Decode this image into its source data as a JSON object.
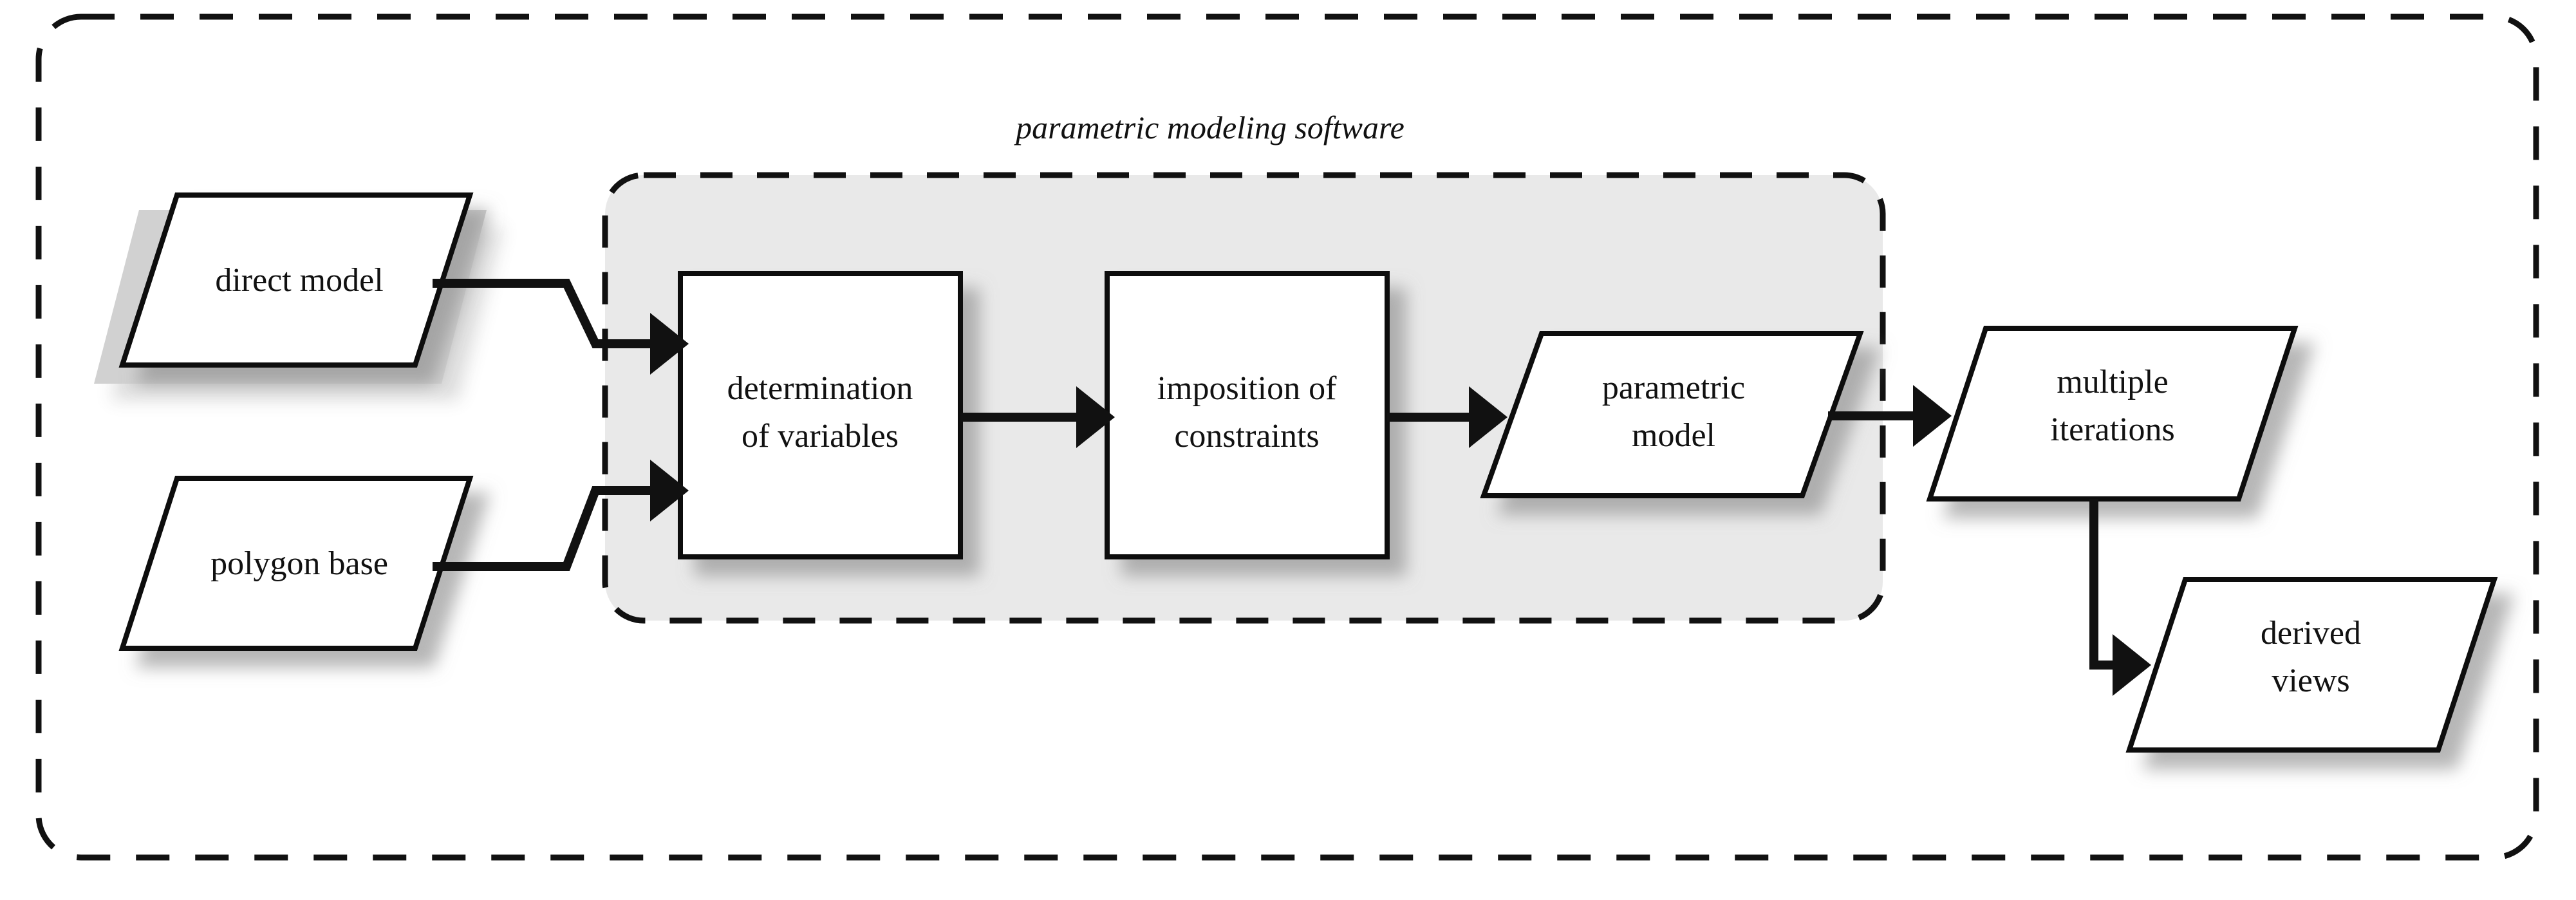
{
  "diagram": {
    "title": "parametric modeling software",
    "outer_frame": {
      "style": "dashed-rounded-rectangle",
      "fill": "none",
      "stroke": "#111111"
    },
    "inner_group": {
      "label": "parametric modeling software",
      "fill": "#e9e9e9",
      "stroke": "#111111",
      "style": "dashed-rounded-rectangle"
    },
    "nodes": [
      {
        "id": "direct-model",
        "label": "direct model",
        "shape": "parallelogram",
        "role": "input"
      },
      {
        "id": "polygon-base",
        "label": "polygon base",
        "shape": "parallelogram",
        "role": "input"
      },
      {
        "id": "determination-of-variables",
        "label_line1": "determination",
        "label_line2": "of variables",
        "shape": "rectangle",
        "role": "process"
      },
      {
        "id": "imposition-of-constraints",
        "label_line1": "imposition of",
        "label_line2": "constraints",
        "shape": "rectangle",
        "role": "process"
      },
      {
        "id": "parametric-model",
        "label_line1": "parametric",
        "label_line2": "model",
        "shape": "parallelogram",
        "role": "artifact"
      },
      {
        "id": "multiple-iterations",
        "label_line1": "multiple",
        "label_line2": "iterations",
        "shape": "parallelogram",
        "role": "artifact"
      },
      {
        "id": "derived-views",
        "label_line1": "derived",
        "label_line2": "views",
        "shape": "parallelogram",
        "role": "output"
      }
    ],
    "edges": [
      {
        "from": "direct-model",
        "to": "determination-of-variables",
        "style": "elbow-arrow"
      },
      {
        "from": "polygon-base",
        "to": "determination-of-variables",
        "style": "elbow-arrow"
      },
      {
        "from": "determination-of-variables",
        "to": "imposition-of-constraints",
        "style": "straight-arrow"
      },
      {
        "from": "imposition-of-constraints",
        "to": "parametric-model",
        "style": "straight-arrow"
      },
      {
        "from": "parametric-model",
        "to": "multiple-iterations",
        "style": "straight-arrow"
      },
      {
        "from": "multiple-iterations",
        "to": "derived-views",
        "style": "elbow-arrow"
      }
    ]
  }
}
